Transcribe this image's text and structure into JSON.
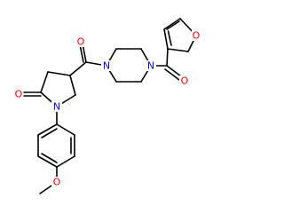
{
  "molecule": {
    "atoms": [
      {
        "id": "O_furan",
        "symbol": "O",
        "color": "#ff0000"
      },
      {
        "id": "O_ketone_top",
        "symbol": "O",
        "color": "#ff0000"
      },
      {
        "id": "N_piperazine_left",
        "symbol": "N",
        "color": "#0000ff"
      },
      {
        "id": "N_piperazine_right",
        "symbol": "N",
        "color": "#0000ff"
      },
      {
        "id": "O_amide_furoyl",
        "symbol": "O",
        "color": "#ff0000"
      },
      {
        "id": "O_lactam",
        "symbol": "O",
        "color": "#ff0000"
      },
      {
        "id": "N_lactam",
        "symbol": "N",
        "color": "#0000ff"
      },
      {
        "id": "O_methoxy",
        "symbol": "O",
        "color": "#ff0000"
      }
    ],
    "bond_color": "#000000"
  }
}
